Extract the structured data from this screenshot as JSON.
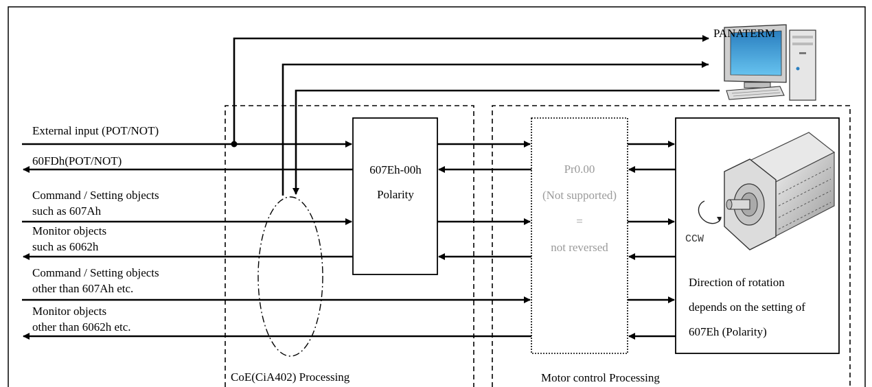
{
  "labels": {
    "panaterm": "PANATERM",
    "polarity_code": "607Eh-00h",
    "polarity_name": "Polarity",
    "pr_code": "Pr0.00",
    "pr_support": "(Not supported)",
    "pr_equals": "=",
    "pr_state": "not reversed",
    "ccw": "CCW",
    "rotation_line1": "Direction of rotation",
    "rotation_line2": "depends on the setting of",
    "rotation_line3": "607Eh (Polarity)",
    "coe_region": "CoE(CiA402) Processing",
    "motor_region": "Motor control Processing"
  },
  "signals": [
    {
      "lines": [
        "External input (POT/NOT)"
      ]
    },
    {
      "lines": [
        "60FDh(POT/NOT)"
      ]
    },
    {
      "lines": [
        "Command / Setting objects",
        "such as 607Ah"
      ]
    },
    {
      "lines": [
        "Monitor objects",
        "such as 6062h"
      ]
    },
    {
      "lines": [
        "Command / Setting objects",
        "other than 607Ah etc."
      ]
    },
    {
      "lines": [
        "Monitor objects",
        "other than 6062h etc."
      ]
    }
  ]
}
